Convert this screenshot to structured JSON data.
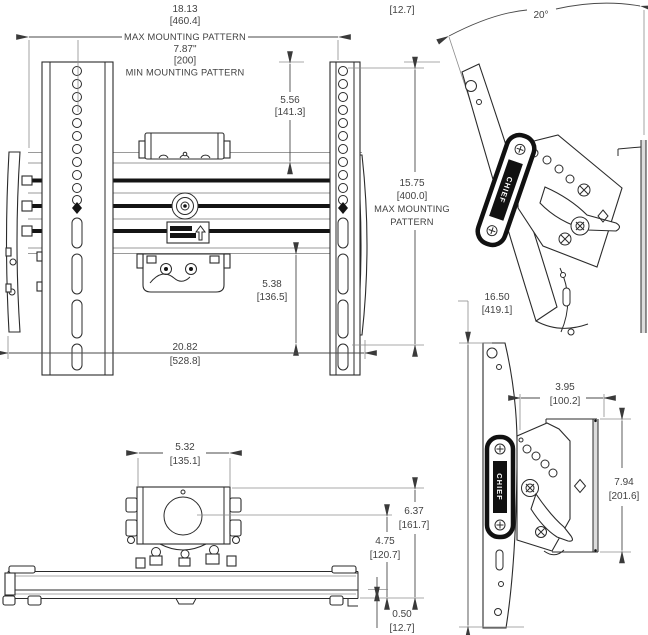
{
  "front_view": {
    "max_width_in": "18.13",
    "max_width_mm": "[460.4]",
    "max_width_note": "MAX MOUNTING PATTERN",
    "min_width_in": "7.87\"",
    "min_width_mm": "[200]",
    "min_width_note": "MIN MOUNTING PATTERN",
    "upper_offset_in": "5.56",
    "upper_offset_mm": "[141.3]",
    "max_height_in": "15.75",
    "max_height_mm": "[400.0]",
    "max_height_note1": "MAX MOUNTING",
    "max_height_note2": "PATTERN",
    "lower_offset_in": "5.38",
    "lower_offset_mm": "[136.5]",
    "total_width_in": "20.82",
    "total_width_mm": "[528.8]"
  },
  "tilted_view": {
    "offset_mm": "[12.7]",
    "tilt_angle": "20°",
    "brand": "CHIEF"
  },
  "bottom_view": {
    "box_width_in": "5.32",
    "box_width_mm": "[135.1]",
    "total_height_in": "6.37",
    "total_height_mm": "[161.7]",
    "center_height_in": "4.75",
    "center_height_mm": "[120.7]",
    "rail_thickness_in": "0.50",
    "rail_thickness_mm": "[12.7]"
  },
  "side_view": {
    "height_in": "16.50",
    "height_mm": "[419.1]",
    "depth_in": "3.95",
    "depth_mm": "[100.2]",
    "plate_height_in": "7.94",
    "plate_height_mm": "[201.6]",
    "brand": "CHIEF"
  }
}
